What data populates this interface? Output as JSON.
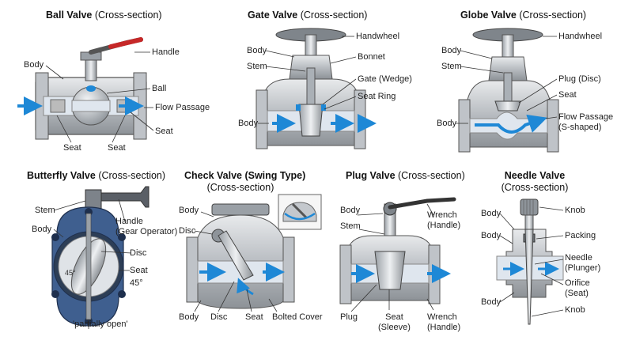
{
  "panels": [
    {
      "title_bold": "Ball Valve",
      "title_rest": " (Cross-section)",
      "labels": {
        "body": "Body",
        "handle": "Handle",
        "ball": "Ball",
        "flow": "Flow Passage",
        "seat_right": "Seat",
        "seat_bottom_left": "Seat",
        "seat_bottom_right": "Seat"
      }
    },
    {
      "title_bold": "Gate Valve",
      "title_rest": " (Cross-section)",
      "labels": {
        "handwheel": "Handwheel",
        "body_top": "Body",
        "bonnet": "Bonnet",
        "stem": "Stem",
        "gate": "Gate (Wedge)",
        "seat_ring": "Seat Ring",
        "body_left": "Body"
      }
    },
    {
      "title_bold": "Globe Valve",
      "title_rest": " (Cross-section)",
      "labels": {
        "handwheel": "Handwheel",
        "body_top": "Body",
        "stem": "Stem",
        "plug": "Plug (Disc)",
        "seat": "Seat",
        "body_left": "Body",
        "flow_line1": "Flow Passage",
        "flow_line2": "(S-shaped)"
      }
    },
    {
      "title_bold": "Butterfly Valve",
      "title_rest": " (Cross-section)",
      "labels": {
        "stem": "Stem",
        "handle_line1": "Handle",
        "handle_line2": "(Gear Operator)",
        "body": "Body",
        "disc": "Disc",
        "seat": "Seat",
        "angle": "45°",
        "angle_inner": "45°",
        "partially_open": "'partially open'"
      }
    },
    {
      "title_bold": "Check Valve (Swing Type)",
      "title_line2": "(Cross-section)",
      "labels": {
        "body": "Body",
        "disc": "Disc",
        "body_bottom": "Body",
        "disc_bottom": "Disc",
        "seat": "Seat",
        "bolted_cover": "Bolted Cover"
      }
    },
    {
      "title_bold": "Plug Valve",
      "title_rest": " (Cross-section)",
      "labels": {
        "body": "Body",
        "stem": "Stem",
        "wrench_line1": "Wrench",
        "wrench_line2": "(Handle)",
        "plug": "Plug",
        "seat_line1": "Seat",
        "seat_line2": "(Sleeve)",
        "wrench_bottom_line1": "Wrench",
        "wrench_bottom_line2": "(Handle)"
      }
    },
    {
      "title_bold": "Needle Valve",
      "title_line2": "(Cross-section)",
      "labels": {
        "body_top": "Body",
        "knob_top": "Knob",
        "body_mid": "Body",
        "packing": "Packing",
        "needle_line1": "Needle",
        "needle_line2": "(Plunger)",
        "orifice_line1": "Orifice",
        "orifice_line2": "(Seat)",
        "body_bottom": "Body",
        "knob_bottom": "Knob"
      }
    }
  ],
  "colors": {
    "metal": "#c9ccd0",
    "metal_dark": "#8e9399",
    "flow_arrow": "#1e88d6",
    "handle_red": "#c62828",
    "body_blue": "#3f5f8f",
    "text": "#222222"
  }
}
